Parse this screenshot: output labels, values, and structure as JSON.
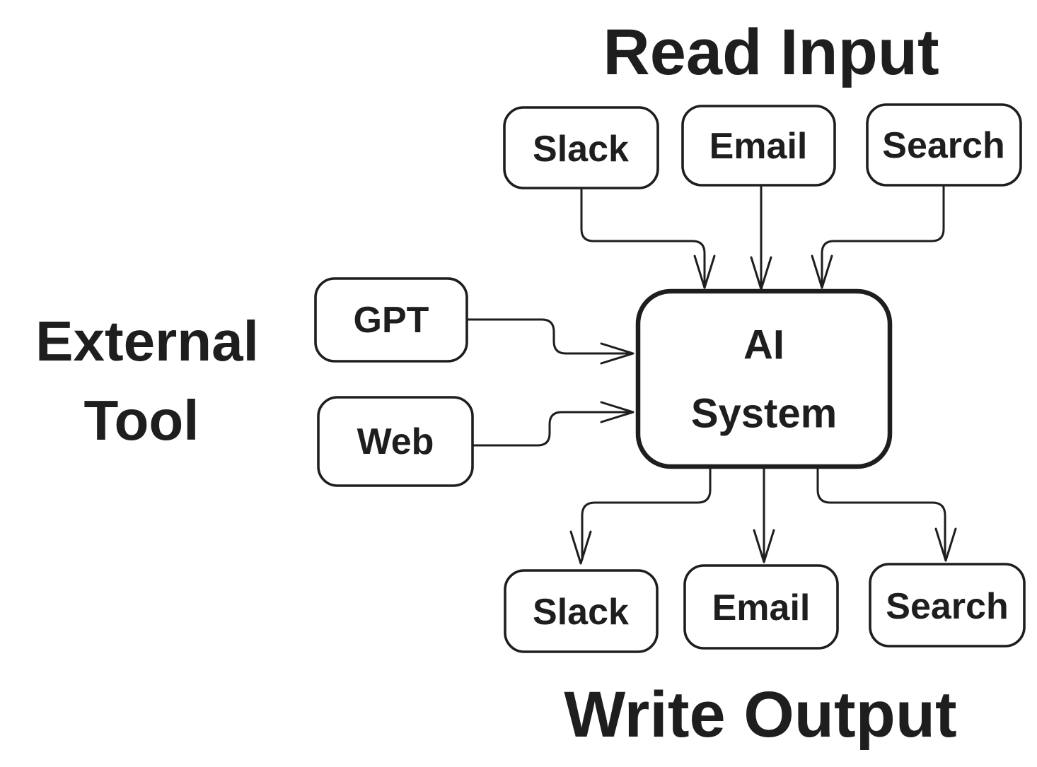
{
  "colors": {
    "ink": "#1e1e1e",
    "paper": "#ffffff"
  },
  "sections": {
    "read_input": {
      "title": "Read Input"
    },
    "external_tool": {
      "title_line1": "External",
      "title_line2": "Tool"
    },
    "write_output": {
      "title": "Write Output"
    }
  },
  "nodes": {
    "inputs": [
      "Slack",
      "Email",
      "Search"
    ],
    "tools": [
      "GPT",
      "Web"
    ],
    "ai": {
      "line1": "AI",
      "line2": "System"
    },
    "outputs": [
      "Slack",
      "Email",
      "Search"
    ]
  },
  "edges": [
    {
      "from": "Slack (input)",
      "to": "AI System"
    },
    {
      "from": "Email (input)",
      "to": "AI System"
    },
    {
      "from": "Search (input)",
      "to": "AI System"
    },
    {
      "from": "GPT",
      "to": "AI System"
    },
    {
      "from": "Web",
      "to": "AI System"
    },
    {
      "from": "AI System",
      "to": "Slack (output)"
    },
    {
      "from": "AI System",
      "to": "Email (output)"
    },
    {
      "from": "AI System",
      "to": "Search (output)"
    }
  ]
}
